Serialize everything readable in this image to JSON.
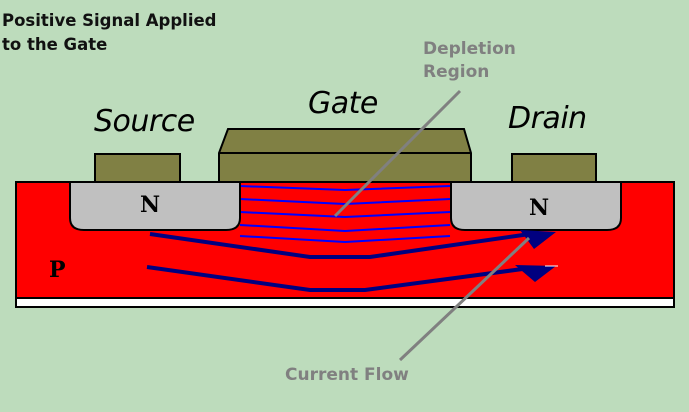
{
  "title": "Positive Signal Applied\nto the Gate",
  "labels": {
    "source": "Source",
    "gate": "Gate",
    "drain": "Drain",
    "source_region": "N",
    "drain_region": "N",
    "substrate": "P"
  },
  "callouts": {
    "depletion_region": "Depletion\nRegion",
    "current_flow": "Current Flow"
  },
  "colors": {
    "background": "#bddcbc",
    "substrate": "#ff0000",
    "n_region": "#c0c0c0",
    "metal": "#808044",
    "depletion_lines": "#0000ff",
    "current_arrows": "#000080",
    "callout": "#808080"
  }
}
